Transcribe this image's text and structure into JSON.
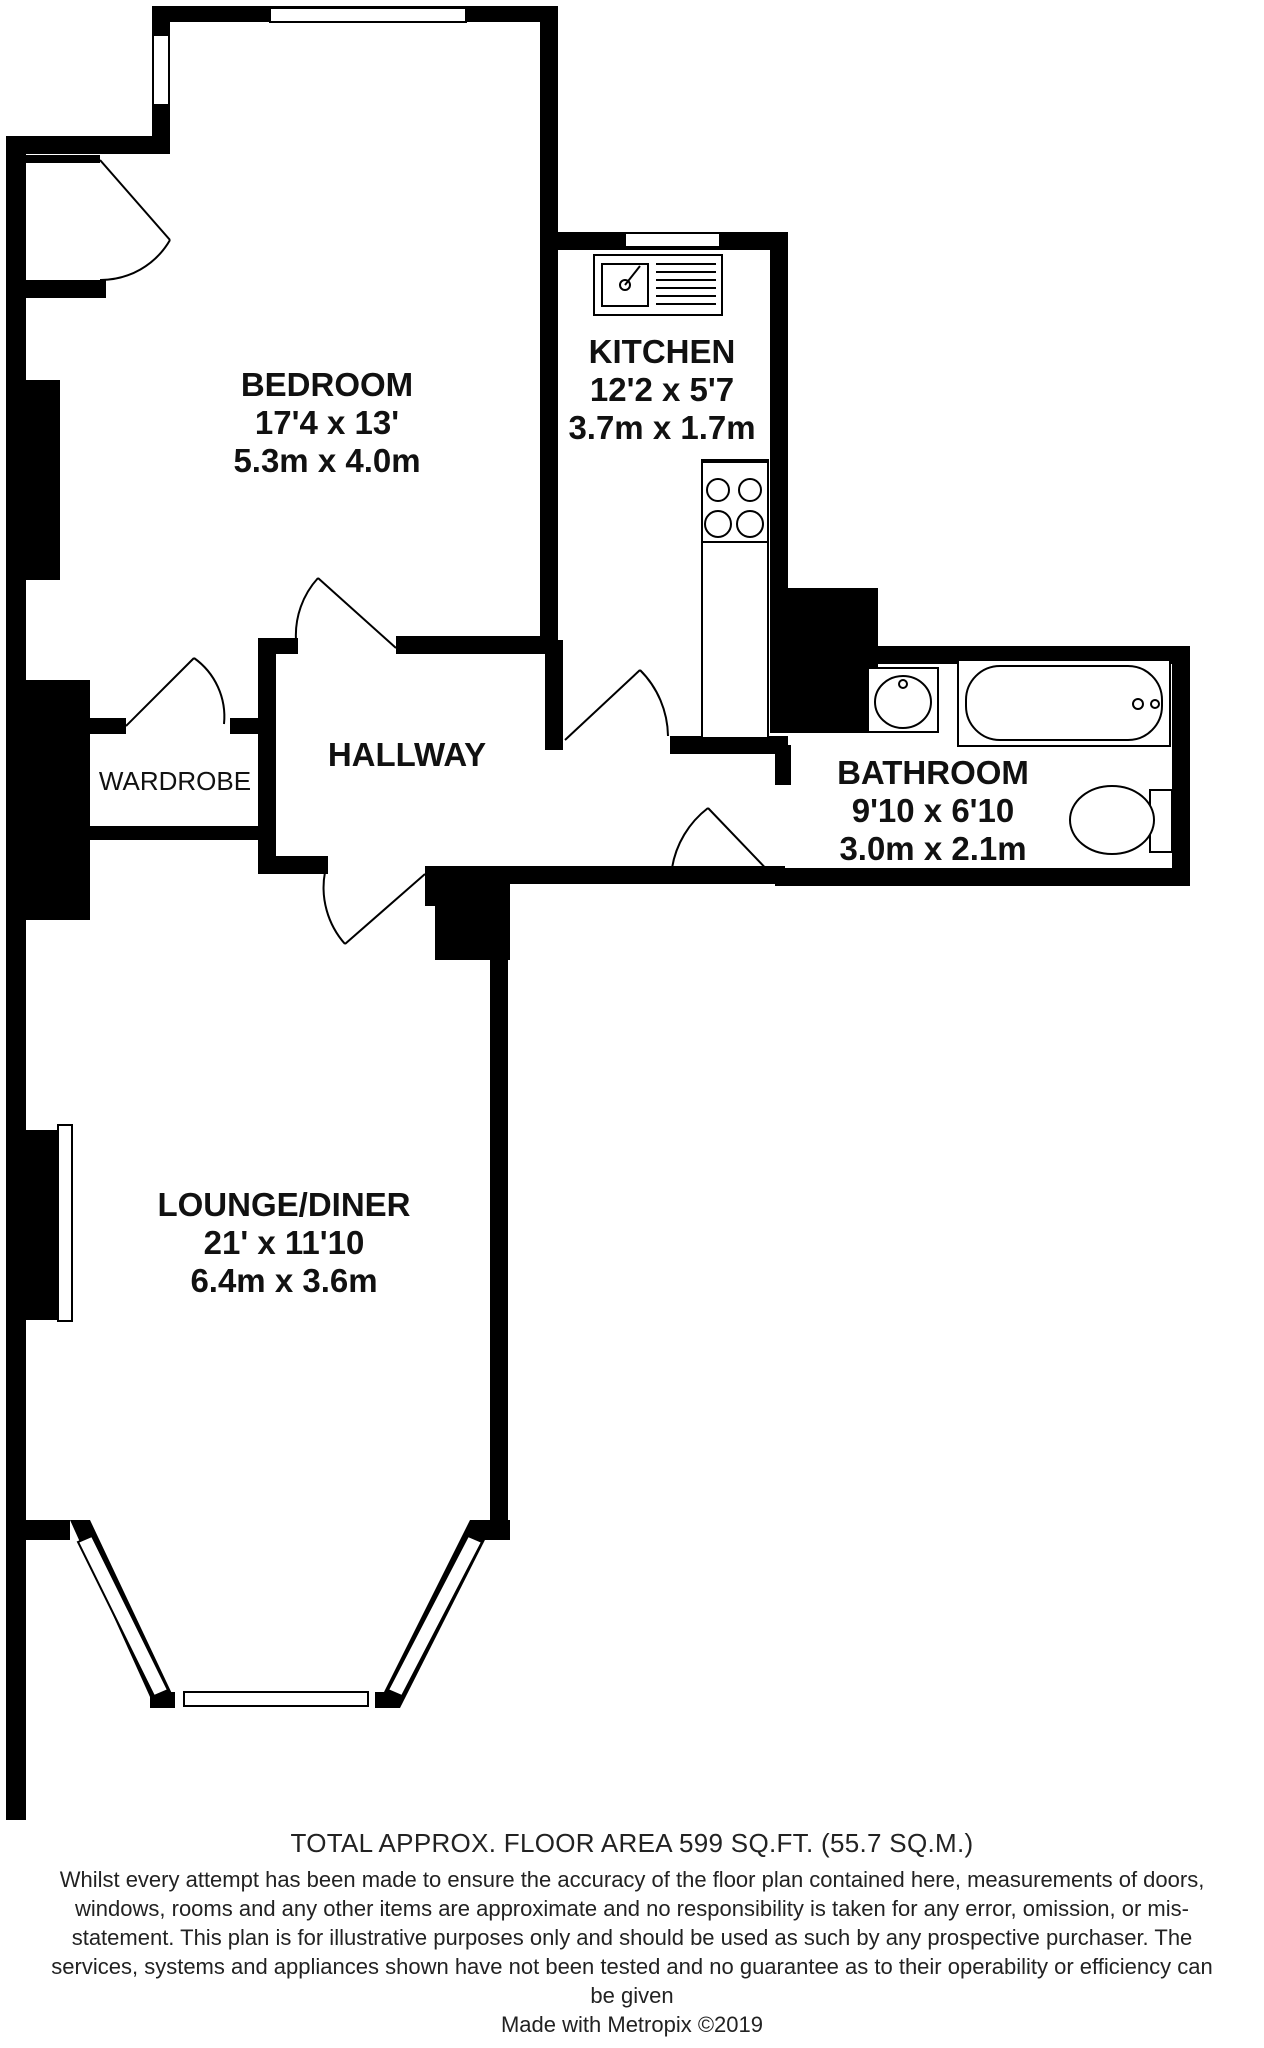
{
  "rooms": {
    "bedroom": {
      "name": "BEDROOM",
      "imperial": "17'4 x 13'",
      "metric": "5.3m x 4.0m"
    },
    "kitchen": {
      "name": "KITCHEN",
      "imperial": "12'2 x 5'7",
      "metric": "3.7m x 1.7m"
    },
    "hallway": {
      "name": "HALLWAY"
    },
    "wardrobe": {
      "name": "WARDROBE"
    },
    "bathroom": {
      "name": "BATHROOM",
      "imperial": "9'10 x 6'10",
      "metric": "3.0m x 2.1m"
    },
    "lounge": {
      "name": "LOUNGE/DINER",
      "imperial": "21' x 11'10",
      "metric": "6.4m x 3.6m"
    }
  },
  "footer": {
    "area": "TOTAL APPROX. FLOOR AREA 599 SQ.FT. (55.7 SQ.M.)",
    "disclaimer": "Whilst every attempt has been made to ensure the accuracy of the floor plan contained here, measurements of doors, windows, rooms and any other items are approximate and no responsibility is taken for any error, omission, or mis-statement. This plan is for illustrative purposes only and should be used as such by any prospective purchaser. The services, systems and appliances shown have not been tested and no guarantee as to their operability or efficiency can be given",
    "made_with": "Made with Metropix ©2019"
  }
}
